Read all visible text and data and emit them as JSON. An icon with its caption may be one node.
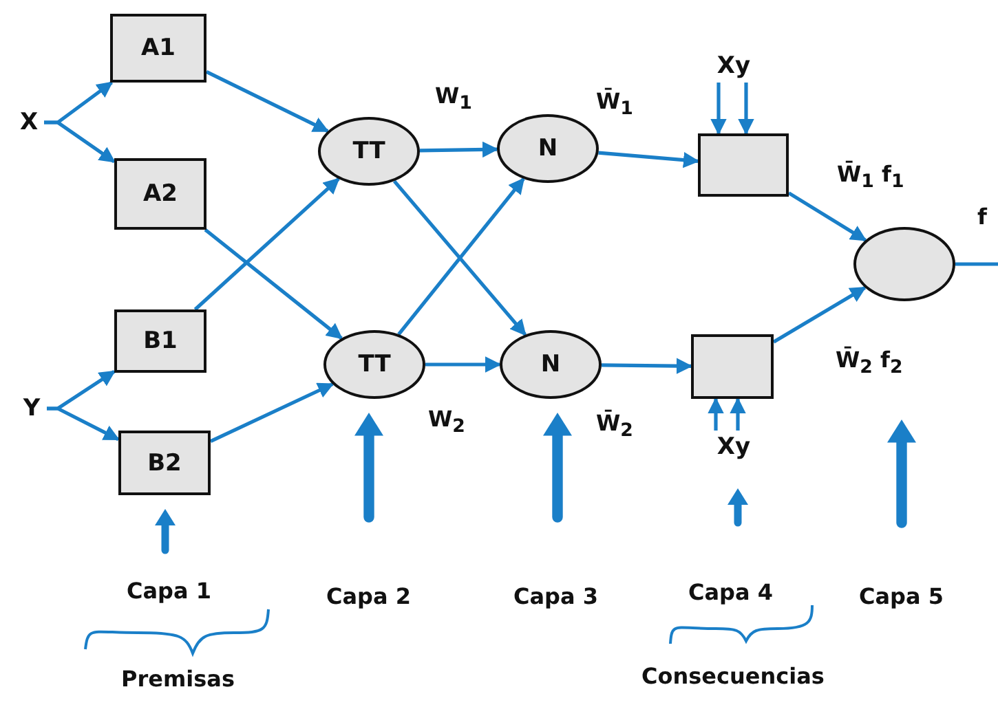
{
  "diagram": {
    "nodes": [
      {
        "text": [
          "X"
        ]
      },
      {
        "text": [
          "Y"
        ]
      },
      {
        "text": [
          "A1"
        ]
      },
      {
        "text": [
          "A2"
        ]
      },
      {
        "text": [
          "B1"
        ]
      },
      {
        "text": [
          "B2"
        ]
      },
      {
        "text": [
          "TT"
        ]
      },
      {
        "text": [
          "TT"
        ]
      },
      {
        "text": [
          "N"
        ]
      },
      {
        "text": [
          "N"
        ]
      },
      {
        "text": [],
        "shape": "box"
      },
      {
        "text": [],
        "shape": "box"
      },
      {
        "text": [],
        "shape": "ellipse"
      },
      {
        "text": [
          "Xy"
        ]
      },
      {
        "text": [
          "Xy"
        ]
      }
    ],
    "edges": [
      {
        "from": 0,
        "to": 2,
        "arrow": "to"
      },
      {
        "from": 0,
        "to": 3,
        "arrow": "to"
      },
      {
        "from": 1,
        "to": 4,
        "arrow": "to"
      },
      {
        "from": 1,
        "to": 5,
        "arrow": "to"
      },
      {
        "from": 2,
        "to": 6,
        "arrow": "to"
      },
      {
        "from": 3,
        "to": 7,
        "arrow": "to"
      },
      {
        "from": 4,
        "to": 6,
        "arrow": "to"
      },
      {
        "from": 5,
        "to": 7,
        "arrow": "to"
      },
      {
        "from": 6,
        "to": 8,
        "arrow": "to"
      },
      {
        "from": 6,
        "to": 9,
        "arrow": "to"
      },
      {
        "from": 7,
        "to": 8,
        "arrow": "to"
      },
      {
        "from": 7,
        "to": 9,
        "arrow": "to"
      },
      {
        "from": 8,
        "to": 10,
        "arrow": "to"
      },
      {
        "from": 9,
        "to": 11,
        "arrow": "to"
      },
      {
        "from": 10,
        "to": 12,
        "arrow": "to"
      },
      {
        "from": 11,
        "to": 12,
        "arrow": "to"
      },
      {
        "from": 12,
        "to": null,
        "arrow": "none"
      },
      {
        "from": 13,
        "to": 10,
        "arrow": "to"
      },
      {
        "from": 13,
        "to": 10,
        "arrow": "to"
      },
      {
        "from": 14,
        "to": 11,
        "arrow": "to"
      },
      {
        "from": 14,
        "to": 11,
        "arrow": "to"
      }
    ],
    "labels": [
      "W$_{1}$",
      "W̄$_{1}$",
      "W̄$_{1}$ f$_{1}$",
      "f",
      "W̄$_{2}$ f$_{2}$",
      "W$_{2}$",
      "W̄$_{2}$",
      "Capa 1",
      "Capa 2",
      "Capa 3",
      "Capa 4",
      "Capa 5",
      "Premisas",
      "Consecuencias"
    ]
  }
}
